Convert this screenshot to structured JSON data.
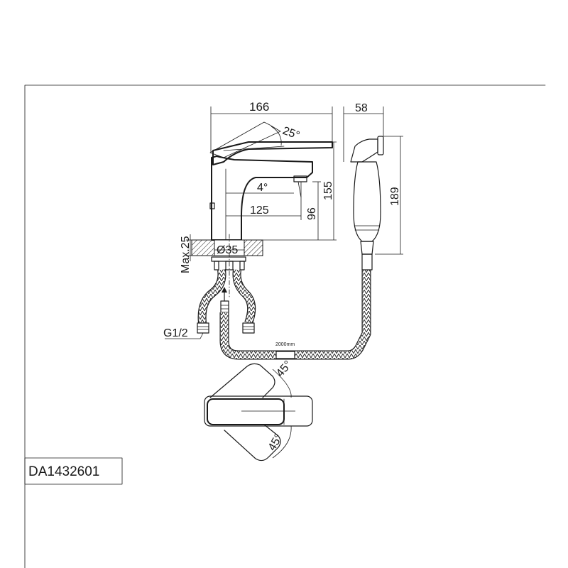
{
  "drawing": {
    "model_code": "DA1432601",
    "dimensions": {
      "overall_length": "166",
      "handle_angle": "25°",
      "total_height": "155",
      "spout_angle": "4°",
      "spout_reach": "125",
      "spout_height": "96",
      "max_deck_thickness": "Max.25",
      "hole_diameter": "Ø35",
      "inlet_thread": "G1/2",
      "hose_length": "2000mm",
      "sprayer_width": "58",
      "sprayer_height": "189",
      "rotation_angle_top": "45°",
      "rotation_angle_bottom": "45°"
    }
  }
}
